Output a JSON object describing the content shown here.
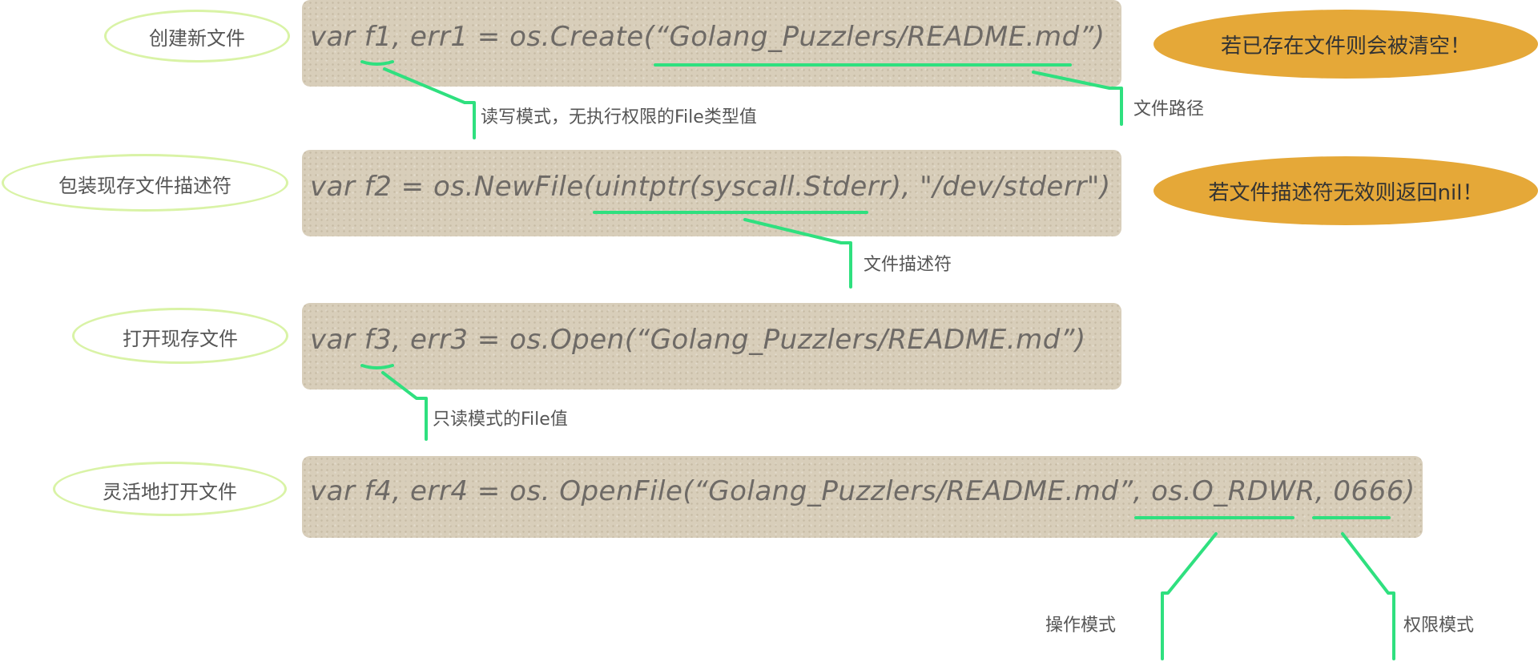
{
  "colors": {
    "code_box": "#d8ceba",
    "code_text": "#6e6a66",
    "green_line": "#2fe07f",
    "ellipse_stroke": "#d9f3a6",
    "note_fill": "#e5a838"
  },
  "rows": [
    {
      "label": "创建新文件",
      "code": "var f1, err1 = os.Create(“Golang_Puzzlers/README.md”)",
      "annotations": [
        "读写模式，无执行权限的File类型值",
        "文件路径"
      ],
      "note": "若已存在文件则会被清空！"
    },
    {
      "label": "包装现存文件描述符",
      "code": "var f2 = os.NewFile(uintptr(syscall.Stderr), \"/dev/stderr\")",
      "annotations": [
        "文件描述符"
      ],
      "note": "若文件描述符无效则返回nil！"
    },
    {
      "label": "打开现存文件",
      "code": "var f3, err3 = os.Open(“Golang_Puzzlers/README.md”)",
      "annotations": [
        "只读模式的File值"
      ]
    },
    {
      "label": "灵活地打开文件",
      "code": "var f4, err4 = os. OpenFile(“Golang_Puzzlers/README.md”, os.O_RDWR, 0666)",
      "annotations": [
        "操作模式",
        "权限模式"
      ]
    }
  ]
}
